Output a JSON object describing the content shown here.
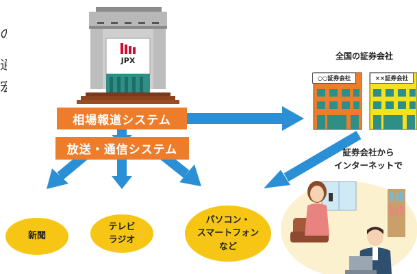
{
  "left_fragment": [
    "の",
    "通",
    "宏"
  ],
  "building": {
    "logo_text": "JPX"
  },
  "boxes": {
    "market_report_system": "相場報道システム",
    "broadcast_system": "放送・通信システム"
  },
  "securities": {
    "heading": "全国の証券会社",
    "firm_a_sign": "○○証券会社",
    "firm_b_sign": "××証券会社"
  },
  "internet_label": {
    "line1": "証券会社から",
    "line2": "インターネットで"
  },
  "outputs": {
    "newspaper": "新聞",
    "tv_radio_line1": "テレビ",
    "tv_radio_line2": "ラジオ",
    "pc_line1": "パソコン・",
    "pc_line2": "スマートフォン",
    "pc_line3": "など"
  },
  "colors": {
    "orange": "#ee7d2b",
    "blue": "#2b8fd6",
    "yellow": "#f7c615"
  }
}
